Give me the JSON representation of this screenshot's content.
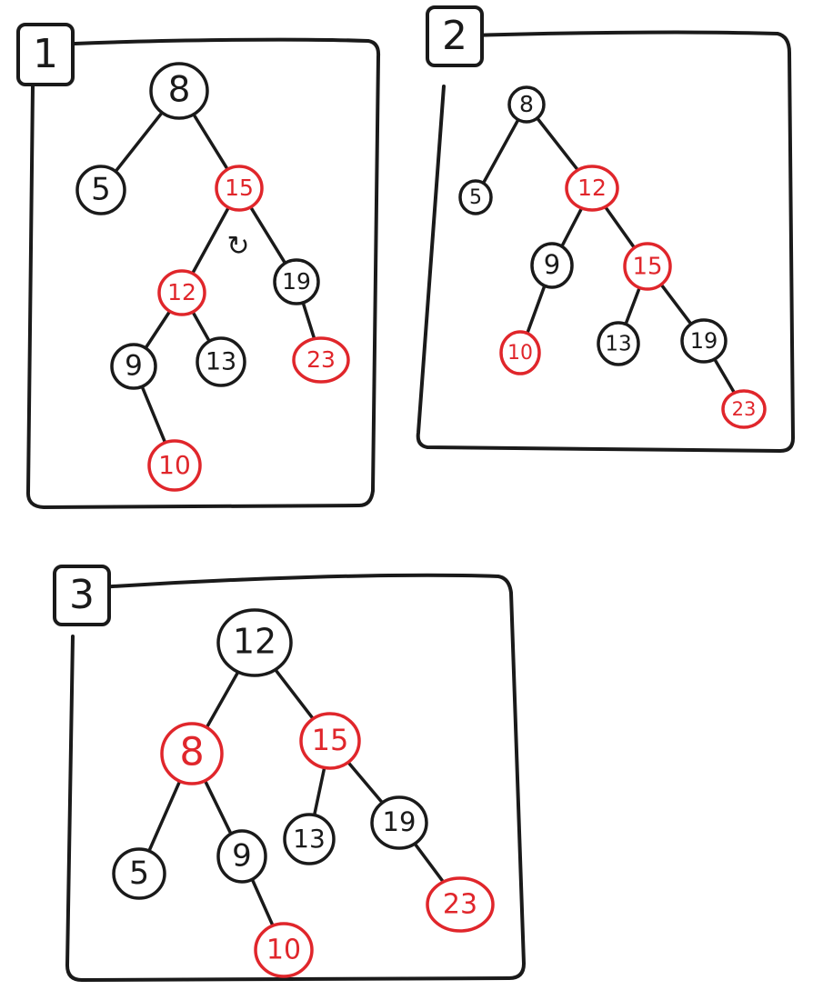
{
  "colors": {
    "ink": "#1a1a1a",
    "red": "#e0262b",
    "paper": "#ffffff"
  },
  "panels": [
    {
      "label": "1",
      "rotation_marker": "↻",
      "nodes": [
        {
          "id": "8",
          "label": "8",
          "color": "black"
        },
        {
          "id": "5",
          "label": "5",
          "color": "black"
        },
        {
          "id": "15",
          "label": "15",
          "color": "red"
        },
        {
          "id": "12",
          "label": "12",
          "color": "red"
        },
        {
          "id": "19",
          "label": "19",
          "color": "black"
        },
        {
          "id": "9",
          "label": "9",
          "color": "black"
        },
        {
          "id": "13",
          "label": "13",
          "color": "black"
        },
        {
          "id": "23",
          "label": "23",
          "color": "red"
        },
        {
          "id": "10",
          "label": "10",
          "color": "red"
        }
      ],
      "edges": [
        [
          "8",
          "5"
        ],
        [
          "8",
          "15"
        ],
        [
          "15",
          "12"
        ],
        [
          "15",
          "19"
        ],
        [
          "12",
          "9"
        ],
        [
          "12",
          "13"
        ],
        [
          "19",
          "23"
        ],
        [
          "9",
          "10"
        ]
      ]
    },
    {
      "label": "2",
      "nodes": [
        {
          "id": "8",
          "label": "8",
          "color": "black"
        },
        {
          "id": "5",
          "label": "5",
          "color": "black"
        },
        {
          "id": "12",
          "label": "12",
          "color": "red"
        },
        {
          "id": "9",
          "label": "9",
          "color": "black"
        },
        {
          "id": "15",
          "label": "15",
          "color": "red"
        },
        {
          "id": "10",
          "label": "10",
          "color": "red"
        },
        {
          "id": "13",
          "label": "13",
          "color": "black"
        },
        {
          "id": "19",
          "label": "19",
          "color": "black"
        },
        {
          "id": "23",
          "label": "23",
          "color": "red"
        }
      ],
      "edges": [
        [
          "8",
          "5"
        ],
        [
          "8",
          "12"
        ],
        [
          "12",
          "9"
        ],
        [
          "12",
          "15"
        ],
        [
          "9",
          "10"
        ],
        [
          "15",
          "13"
        ],
        [
          "15",
          "19"
        ],
        [
          "19",
          "23"
        ]
      ]
    },
    {
      "label": "3",
      "nodes": [
        {
          "id": "12",
          "label": "12",
          "color": "black"
        },
        {
          "id": "8",
          "label": "8",
          "color": "red"
        },
        {
          "id": "15",
          "label": "15",
          "color": "red"
        },
        {
          "id": "5",
          "label": "5",
          "color": "black"
        },
        {
          "id": "9",
          "label": "9",
          "color": "black"
        },
        {
          "id": "13",
          "label": "13",
          "color": "black"
        },
        {
          "id": "19",
          "label": "19",
          "color": "black"
        },
        {
          "id": "10",
          "label": "10",
          "color": "red"
        },
        {
          "id": "23",
          "label": "23",
          "color": "red"
        }
      ],
      "edges": [
        [
          "12",
          "8"
        ],
        [
          "12",
          "15"
        ],
        [
          "8",
          "5"
        ],
        [
          "8",
          "9"
        ],
        [
          "15",
          "13"
        ],
        [
          "15",
          "19"
        ],
        [
          "9",
          "10"
        ],
        [
          "19",
          "23"
        ]
      ]
    }
  ]
}
